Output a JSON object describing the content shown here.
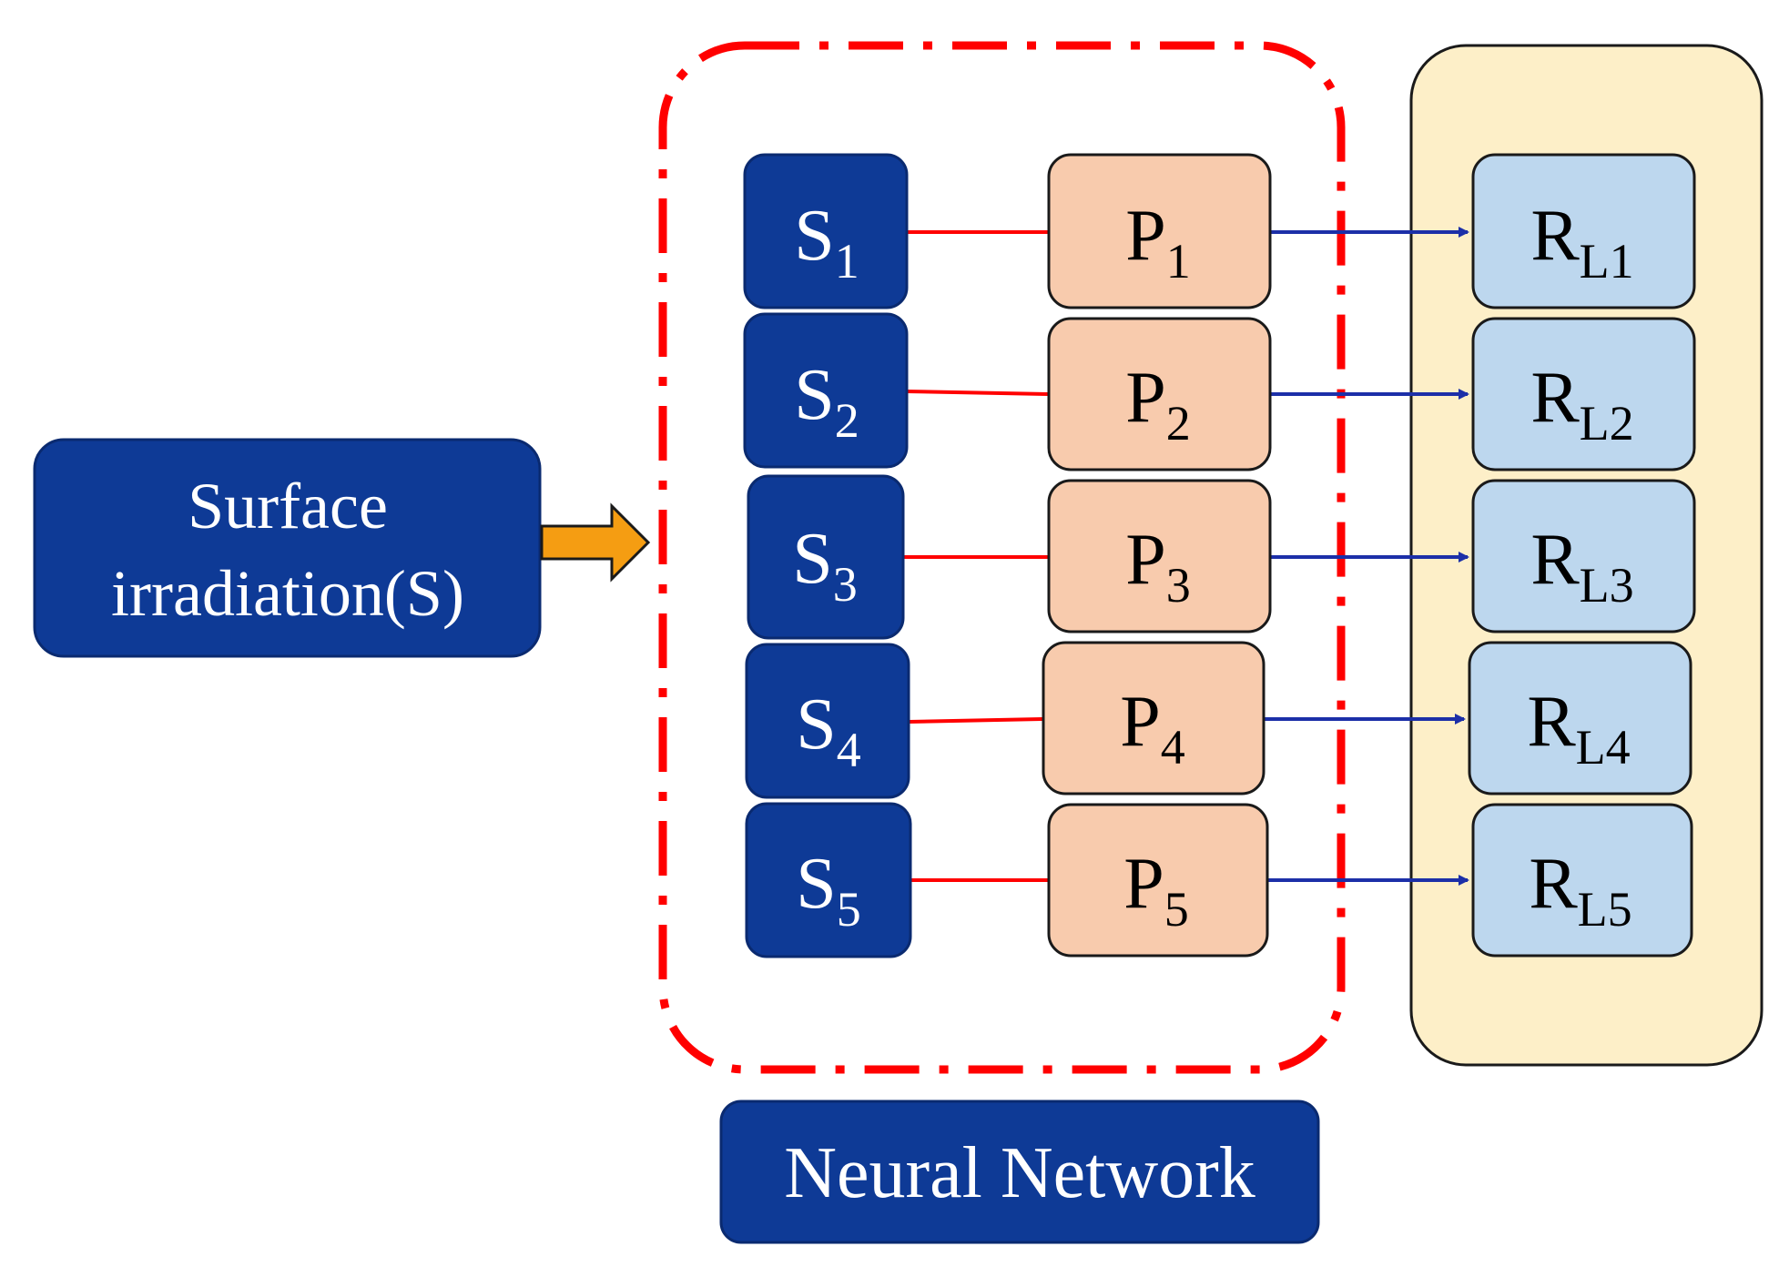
{
  "input": {
    "line1": "Surface",
    "line2": "irradiation(S)"
  },
  "caption": "Neural Network",
  "rows": [
    {
      "s_base": "S",
      "s_sub": "1",
      "p_base": "P",
      "p_sub": "1",
      "r_base": "R",
      "r_sub": "L1"
    },
    {
      "s_base": "S",
      "s_sub": "2",
      "p_base": "P",
      "p_sub": "2",
      "r_base": "R",
      "r_sub": "L2"
    },
    {
      "s_base": "S",
      "s_sub": "3",
      "p_base": "P",
      "p_sub": "3",
      "r_base": "R",
      "r_sub": "L3"
    },
    {
      "s_base": "S",
      "s_sub": "4",
      "p_base": "P",
      "p_sub": "4",
      "r_base": "R",
      "r_sub": "L4"
    },
    {
      "s_base": "S",
      "s_sub": "5",
      "p_base": "P",
      "p_sub": "5",
      "r_base": "R",
      "r_sub": "L5"
    }
  ],
  "colors": {
    "dark_blue": "#0e3a96",
    "peach": "#f8cbad",
    "light_blue": "#bdd7ee",
    "cream": "#fdefc8",
    "dashed_red": "#ff0000",
    "connector_red": "#ff0000",
    "arrow_blue": "#1c2fa8",
    "orange_arrow": "#f59d12"
  }
}
